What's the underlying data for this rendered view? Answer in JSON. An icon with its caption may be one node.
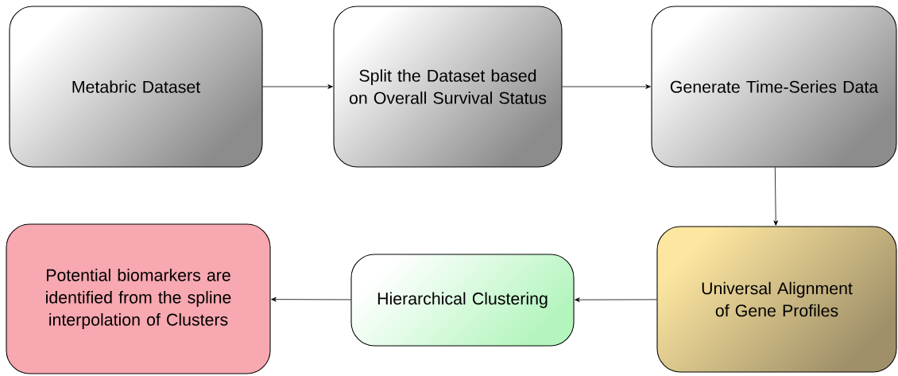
{
  "diagram": {
    "nodes": [
      {
        "text": [
          "Metabric Dataset"
        ]
      },
      {
        "text": [
          "Split the Dataset based on Overall Survival Status"
        ]
      },
      {
        "text": [
          "Generate Time-Series Data"
        ]
      },
      {
        "text": [
          "Universal Alignment of Gene Profiles"
        ]
      },
      {
        "text": [
          "Hierarchical Clustering"
        ]
      },
      {
        "text": [
          "Potential biomarkers are identified from the spline interpolation of Clusters"
        ]
      }
    ],
    "edges": [
      {
        "from": 0,
        "to": 1,
        "arrow": "to"
      },
      {
        "from": 1,
        "to": 2,
        "arrow": "to"
      },
      {
        "from": 2,
        "to": 3,
        "arrow": "to"
      },
      {
        "from": 3,
        "to": 4,
        "arrow": "to"
      },
      {
        "from": 4,
        "to": 5,
        "arrow": "to"
      }
    ]
  }
}
